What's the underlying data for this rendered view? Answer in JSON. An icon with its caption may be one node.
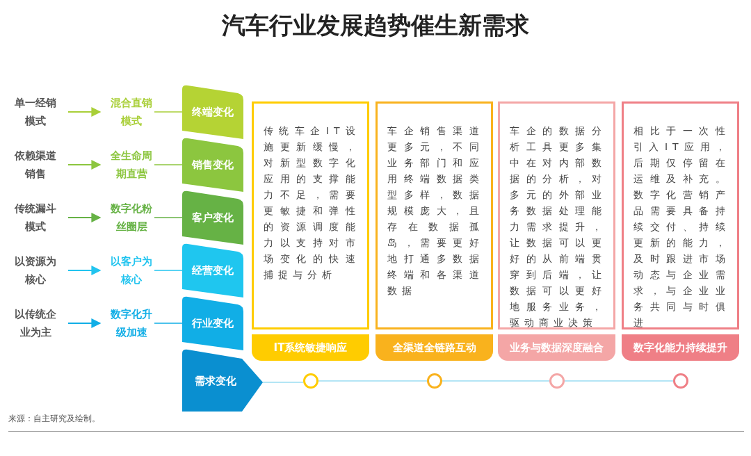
{
  "diagram": {
    "title": "汽车行业发展趋势催生新需求",
    "nodes": [
      {
        "text": [
          "单一经销模式"
        ]
      },
      {
        "text": [
          "依赖渠道销售"
        ]
      },
      {
        "text": [
          "传统漏斗模式"
        ]
      },
      {
        "text": [
          "以资源为核心"
        ]
      },
      {
        "text": [
          "以传统企业为主"
        ]
      },
      {
        "text": [
          "混合直销模式"
        ]
      },
      {
        "text": [
          "全生命周期直营"
        ]
      },
      {
        "text": [
          "数字化粉丝圈层"
        ]
      },
      {
        "text": [
          "以客户为核心"
        ]
      },
      {
        "text": [
          "数字化升级加速"
        ]
      },
      {
        "text": [
          "终端变化"
        ]
      },
      {
        "text": [
          "销售变化"
        ]
      },
      {
        "text": [
          "客户变化"
        ]
      },
      {
        "text": [
          "经营变化"
        ]
      },
      {
        "text": [
          "行业变化"
        ]
      },
      {
        "text": [
          "需求变化"
        ]
      },
      {
        "text": [
          "传统车企IT设施更新缓慢，对新型数字化应用的支撑能力不足，需要更敏捷和弹性的资源调度能力以支持对市场变化的快速捕捉与分析"
        ]
      },
      {
        "text": [
          "车企销售渠道更多元，不同业务部门和应用终端数据类型多样，数据规模庞大，且存在数据孤岛，需要更好地打通多数据终端和各渠道数据"
        ]
      },
      {
        "text": [
          "车企的数据分析工具更多集中在对内部数据的分析，对多元的外部业务数据处理能力需求提升，让数据可以更好的从前端贯穿到后端，让数据可以更好地服务业务，驱动商业决策"
        ]
      },
      {
        "text": [
          "相比于一次性引入IT应用，后期仅停留在运维及补充。数字化营销产品需要具备持续交付、持续更新的能力，及时跟进市场动态与企业需求，与企业业务共同与时俱进"
        ]
      },
      {
        "text": [
          "IT系统敏捷响应"
        ]
      },
      {
        "text": [
          "全渠道全链路互动"
        ]
      },
      {
        "text": [
          "业务与数据深度融合"
        ]
      },
      {
        "text": [
          "数字化能力持续提升"
        ]
      },
      {
        "text": [],
        "shape": "circle"
      },
      {
        "text": [],
        "shape": "circle"
      },
      {
        "text": [],
        "shape": "circle"
      },
      {
        "text": [],
        "shape": "circle"
      }
    ],
    "edges": [
      {
        "from": 0,
        "to": 5,
        "arrow": "to",
        "color": "#a9cf38"
      },
      {
        "from": 1,
        "to": 6,
        "arrow": "to",
        "color": "#8cc63f"
      },
      {
        "from": 2,
        "to": 7,
        "arrow": "to",
        "color": "#66b245"
      },
      {
        "from": 3,
        "to": 8,
        "arrow": "to",
        "color": "#22c4ef"
      },
      {
        "from": 4,
        "to": 9,
        "arrow": "to",
        "color": "#11aee6"
      },
      {
        "from": 5,
        "to": 10,
        "arrow": "none",
        "color": "#a9cf38"
      },
      {
        "from": 6,
        "to": 11,
        "arrow": "none",
        "color": "#8cc63f"
      },
      {
        "from": 7,
        "to": 12,
        "arrow": "none",
        "color": "#66b245"
      },
      {
        "from": 8,
        "to": 13,
        "arrow": "none",
        "color": "#22c4ef"
      },
      {
        "from": 9,
        "to": 14,
        "arrow": "none",
        "color": "#11aee6"
      },
      {
        "from": 15,
        "to": 24,
        "arrow": "none"
      },
      {
        "from": 24,
        "to": 25,
        "arrow": "none"
      },
      {
        "from": 25,
        "to": 26,
        "arrow": "none"
      },
      {
        "from": 26,
        "to": 27,
        "arrow": "none"
      }
    ],
    "labels": [
      "来源：自主研究及绘制。"
    ]
  }
}
